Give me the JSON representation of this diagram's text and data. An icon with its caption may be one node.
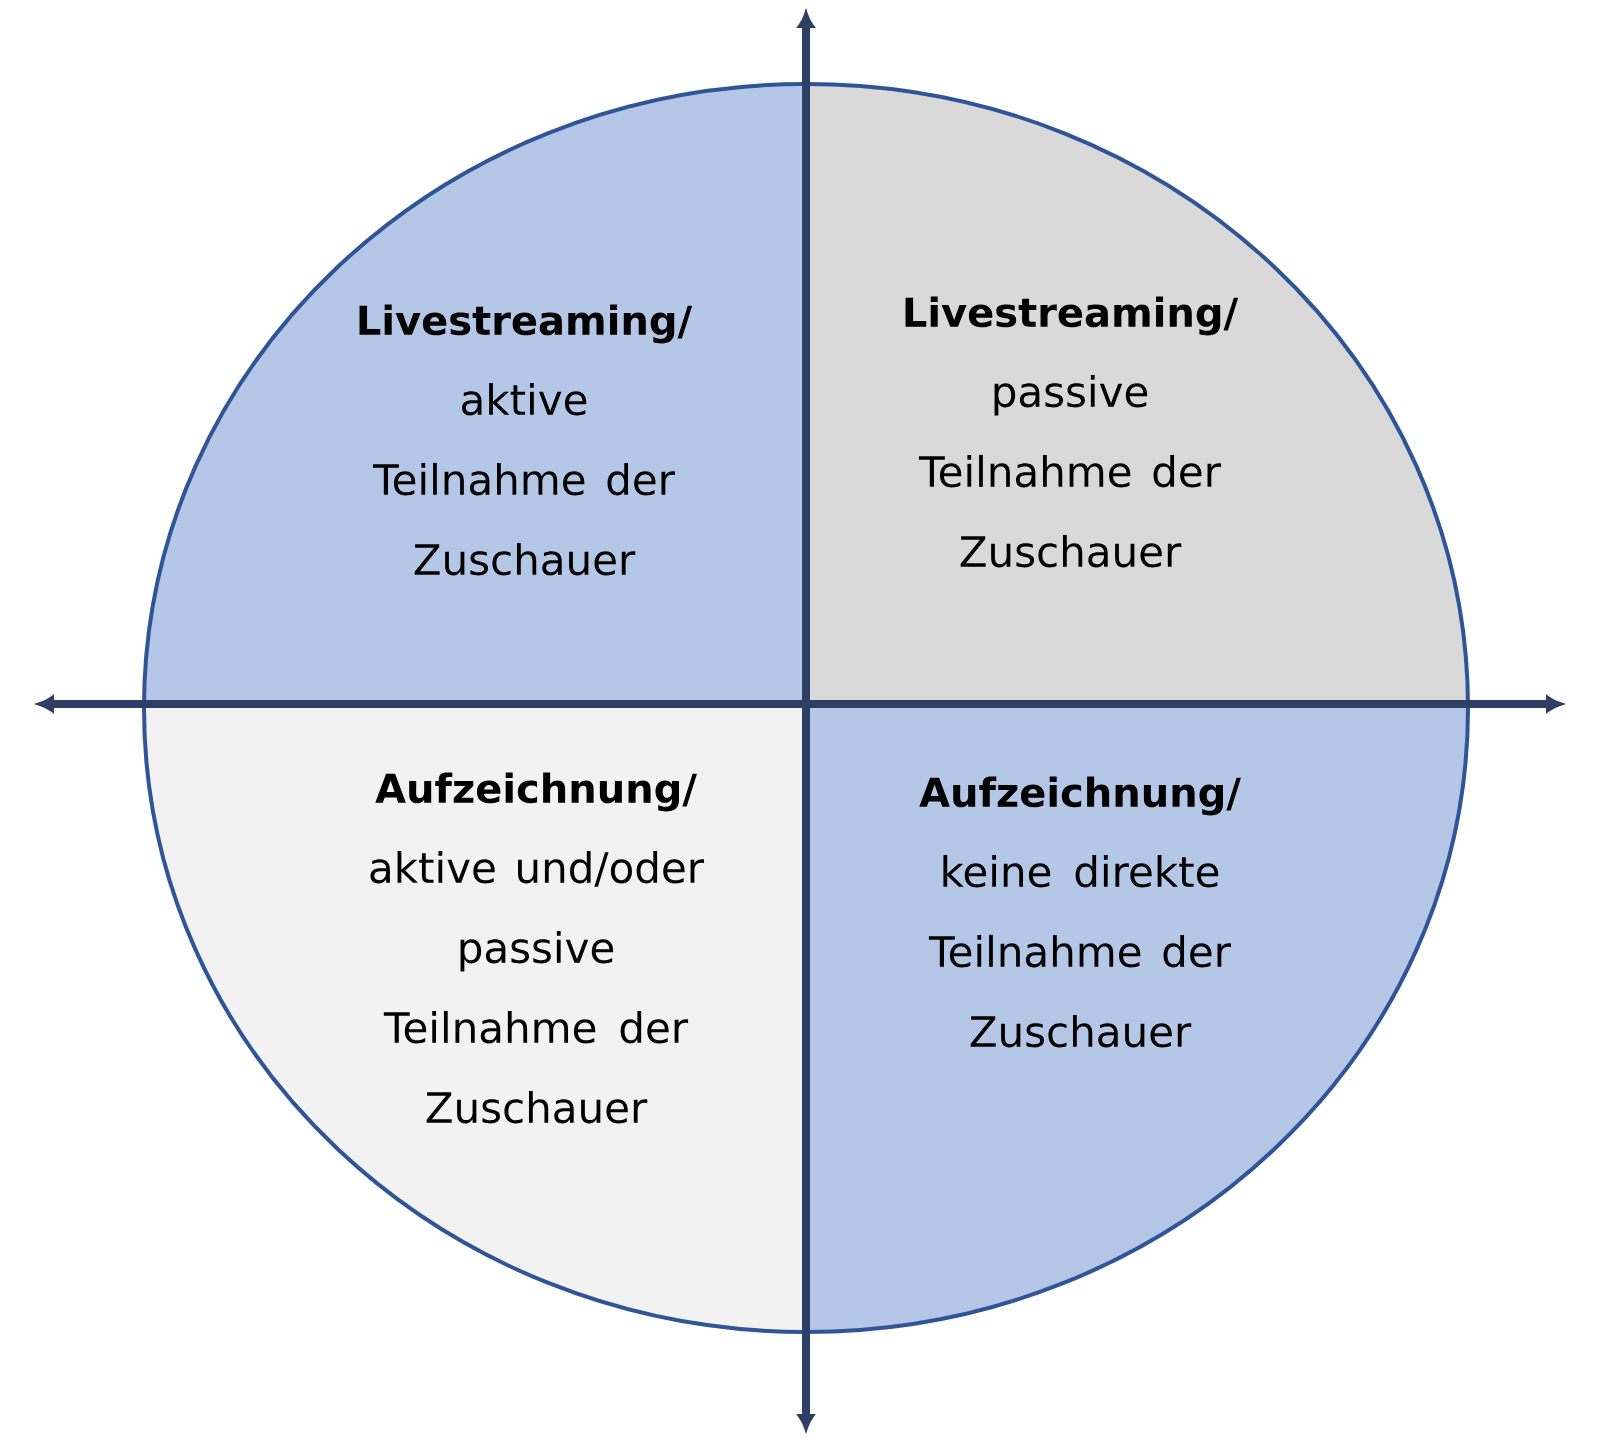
{
  "diagram": {
    "nodes": [
      {
        "text": [
          "Livestreaming/",
          "aktive Teilnahme der Zuschauer"
        ]
      },
      {
        "text": [
          "Livestreaming/",
          "passive Teilnahme der Zuschauer"
        ]
      },
      {
        "text": [
          "Aufzeichnung/",
          "aktive und/oder passive Teilnahme der Zuschauer"
        ]
      },
      {
        "text": [
          "Aufzeichnung/",
          "keine direkte Teilnahme der Zuschauer"
        ]
      }
    ],
    "edges": []
  }
}
